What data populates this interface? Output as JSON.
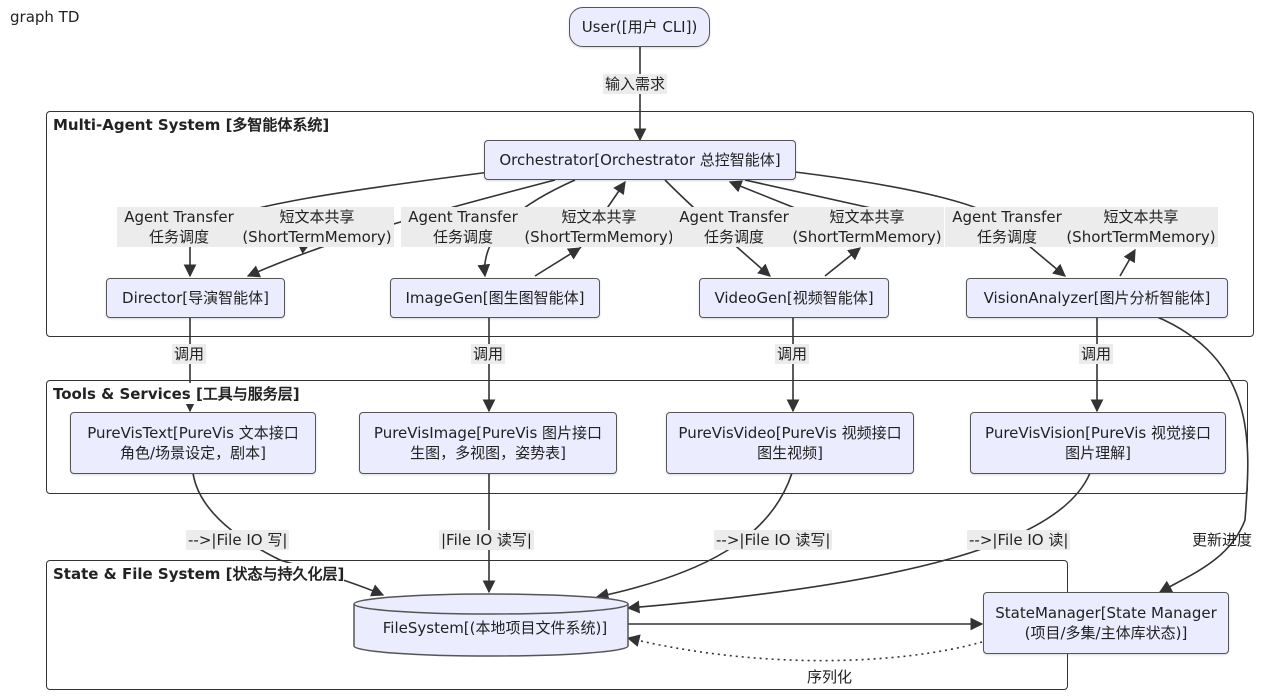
{
  "graph_header": "graph TD",
  "clusters": {
    "agents": "Multi-Agent System [多智能体系统]",
    "tools": "Tools & Services [工具与服务层]",
    "state": "State & File System [状态与持久化层]"
  },
  "nodes": {
    "user": "User([用户 CLI])",
    "orchestrator": "Orchestrator[Orchestrator 总控智能体]",
    "director": "Director[导演智能体]",
    "imagegen": "ImageGen[图生图智能体]",
    "videogen": "VideoGen[视频智能体]",
    "visionanalyzer": "VisionAnalyzer[图片分析智能体]",
    "purevistext": "PureVisText[PureVis 文本接口\n角色/场景设定，剧本]",
    "purevisimage": "PureVisImage[PureVis 图片接口\n生图，多视图，姿势表]",
    "purevisvideo": "PureVisVideo[PureVis 视频接口\n图生视频]",
    "purevisvision": "PureVisVision[PureVis 视觉接口\n图片理解]",
    "filesystem": "FileSystem[(本地项目文件系统)]",
    "statemanager": "StateManager[State Manager\n(项目/多集/主体库状态)]"
  },
  "edge_labels": {
    "input": "输入需求",
    "transfer": "Agent Transfer\n任务调度",
    "memory": "短文本共享\n(ShortTermMemory)",
    "call": "调用",
    "io_text": "-->|File IO 写|",
    "io_image": "|File IO 读写|",
    "io_video": "-->|File IO 读写|",
    "io_vision": "-->|File IO 读|",
    "progress": "更新进度",
    "serialize": "序列化"
  },
  "colors": {
    "node_fill": "#ececff",
    "node_border": "#555555",
    "edge": "#333333",
    "label_bg": "#ececec"
  }
}
